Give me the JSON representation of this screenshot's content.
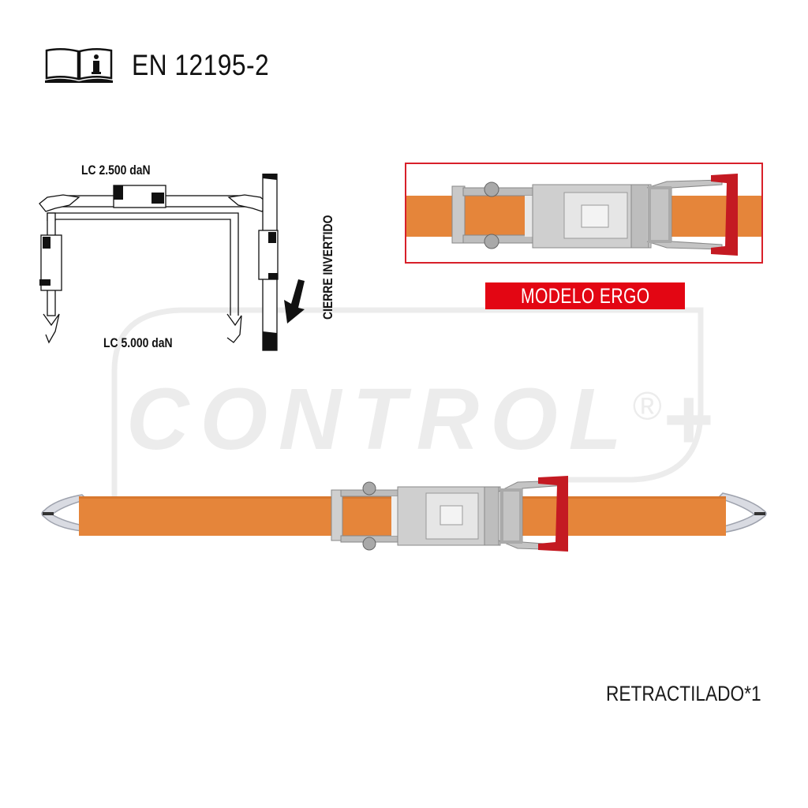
{
  "header": {
    "icon": "manual-info-book-icon",
    "standard": "EN 12195-2"
  },
  "diagram": {
    "top_label": "LC 2.500 daN",
    "bottom_label": "LC 5.000 daN",
    "vertical_label": "CIERRE INVERTIDO",
    "arrow_icon": "arrow-down-left-icon"
  },
  "detail": {
    "model_label": "MODELO ERGO",
    "frame_color": "#d8202a",
    "banner_color": "#e30613"
  },
  "watermark": {
    "brand": "CONTROL",
    "registered": "®",
    "plus": "+"
  },
  "product": {
    "strap_color": "#e5853a",
    "handle_color": "#c41a22",
    "packaging_note": "RETRACTILADO*1"
  }
}
